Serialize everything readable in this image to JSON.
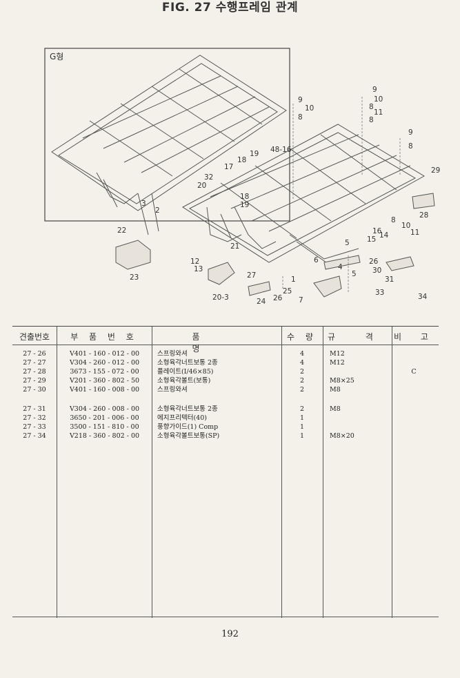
{
  "title": "FIG. 27 수행프레임 관계",
  "diagram": {
    "inset_label": "G형",
    "callouts": [
      "9",
      "10",
      "8",
      "9",
      "10",
      "8",
      "11",
      "8",
      "9",
      "8",
      "29",
      "28",
      "48-16",
      "19",
      "18",
      "17",
      "32",
      "18",
      "19",
      "20",
      "3",
      "2",
      "16",
      "10",
      "15",
      "14",
      "11",
      "22",
      "23",
      "21",
      "12",
      "13",
      "20-3",
      "27",
      "24",
      "26",
      "25",
      "1",
      "6",
      "4",
      "5",
      "26",
      "30",
      "31",
      "34",
      "33",
      "7",
      "5",
      "8"
    ]
  },
  "table": {
    "headers": {
      "no": "견출번호",
      "part": "부 품 번 호",
      "name": "품 명",
      "qty": "수 량",
      "spec": "규 격",
      "note": "비 고"
    },
    "rows": [
      {
        "no": "27 - 26",
        "part": "V401 - 160 - 012 - 00",
        "name": "스프링와셔",
        "qty": "4",
        "spec": "M12",
        "note": ""
      },
      {
        "no": "27 - 27",
        "part": "V304 - 260 - 012 - 00",
        "name": "소형육각너트보통 2종",
        "qty": "4",
        "spec": "M12",
        "note": ""
      },
      {
        "no": "27 - 28",
        "part": "3673 - 155 - 072 - 00",
        "name": "플레이트(I/46×85)",
        "qty": "2",
        "spec": "",
        "note": "C"
      },
      {
        "no": "27 - 29",
        "part": "V201 - 360 - 802 - 50",
        "name": "소형육각볼트(보통)",
        "qty": "2",
        "spec": "M8×25",
        "note": ""
      },
      {
        "no": "27 - 30",
        "part": "V401 - 160 - 008 - 00",
        "name": "스프링와셔",
        "qty": "2",
        "spec": "M8",
        "note": ""
      },
      {
        "no": "27 - 31",
        "part": "V304 - 260 - 008 - 00",
        "name": "소형육각너트보통 2종",
        "qty": "2",
        "spec": "M8",
        "note": ""
      },
      {
        "no": "27 - 32",
        "part": "3650 - 201 - 006 - 00",
        "name": "에지프리텍터(40)",
        "qty": "1",
        "spec": "",
        "note": ""
      },
      {
        "no": "27 - 33",
        "part": "3500 - 151 - 810 - 00",
        "name": "풍향가이드(1) Comp",
        "qty": "1",
        "spec": "",
        "note": ""
      },
      {
        "no": "27 - 34",
        "part": "V218 - 360 - 802 - 00",
        "name": "소형육각볼트보통(SP)",
        "qty": "1",
        "spec": "M8×20",
        "note": ""
      }
    ]
  },
  "page_number": "192"
}
